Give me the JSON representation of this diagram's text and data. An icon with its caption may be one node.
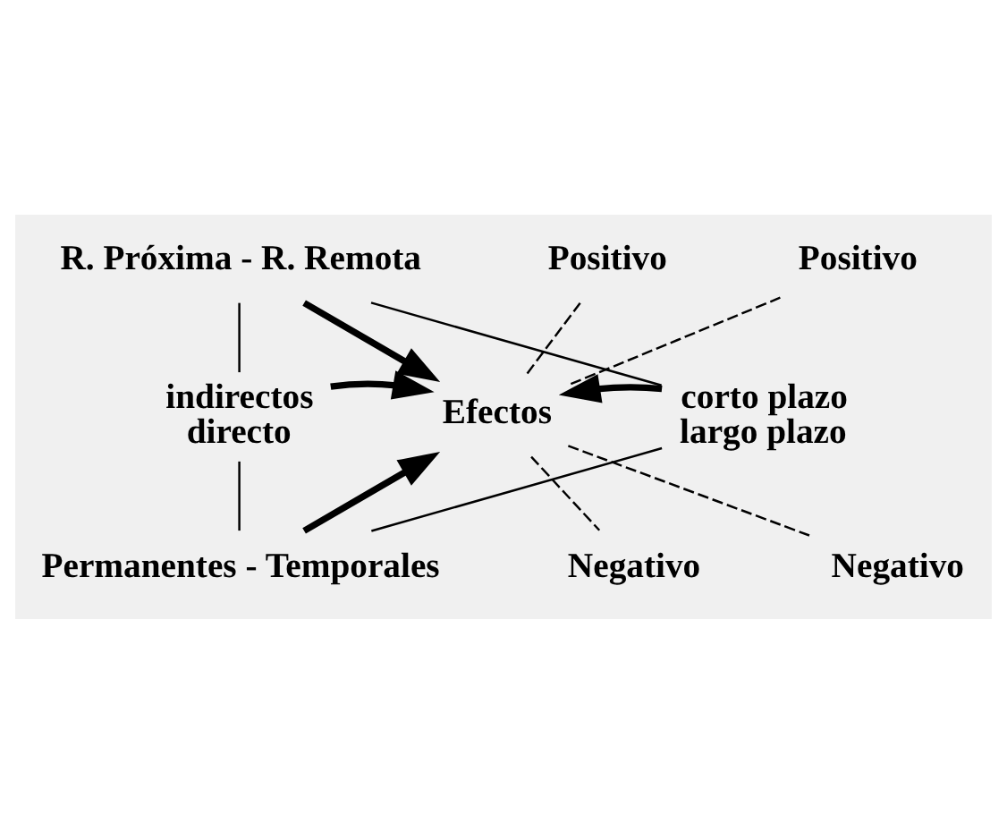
{
  "diagram": {
    "nodes": [
      {
        "text": [
          "R. Próxima - R. Remota"
        ]
      },
      {
        "text": [
          "indirectos",
          "directo"
        ]
      },
      {
        "text": [
          "Efectos"
        ]
      },
      {
        "text": [
          "corto plazo",
          "largo plazo"
        ]
      },
      {
        "text": [
          "Permanentes - Temporales"
        ]
      },
      {
        "text": [
          "Positivo"
        ]
      },
      {
        "text": [
          "Positivo"
        ]
      },
      {
        "text": [
          "Negativo"
        ]
      },
      {
        "text": [
          "Negativo"
        ]
      }
    ],
    "edges": [
      {
        "from": 0,
        "to": 2,
        "arrow": "to",
        "style": "thick"
      },
      {
        "from": 1,
        "to": 2,
        "arrow": "to",
        "style": "thick"
      },
      {
        "from": 3,
        "to": 2,
        "arrow": "to",
        "style": "thick"
      },
      {
        "from": 4,
        "to": 2,
        "arrow": "to",
        "style": "thick"
      },
      {
        "from": 5,
        "to": 2,
        "arrow": "none",
        "style": "dashed"
      },
      {
        "from": 6,
        "to": 2,
        "arrow": "none",
        "style": "dashed"
      },
      {
        "from": 7,
        "to": 2,
        "arrow": "none",
        "style": "dashed"
      },
      {
        "from": 8,
        "to": 2,
        "arrow": "none",
        "style": "dashed"
      },
      {
        "from": 0,
        "to": 1,
        "arrow": "none"
      },
      {
        "from": 0,
        "to": 3,
        "arrow": "none"
      },
      {
        "from": 1,
        "to": 4,
        "arrow": "none"
      },
      {
        "from": 3,
        "to": 4,
        "arrow": "none"
      }
    ]
  }
}
